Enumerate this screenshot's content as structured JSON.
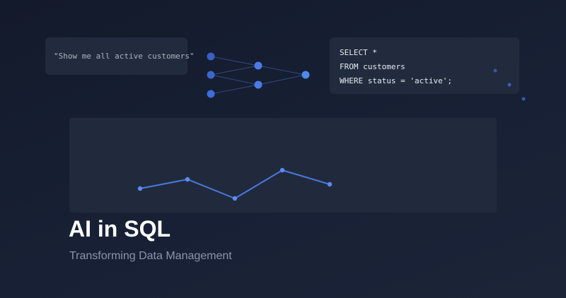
{
  "query_card": {
    "text": "\"Show me all active customers\""
  },
  "sql_card": {
    "lines": [
      "SELECT *",
      "FROM customers",
      "WHERE status = 'active';"
    ]
  },
  "hero": {
    "title": "AI in SQL",
    "subtitle": "Transforming Data Management"
  },
  "colors": {
    "accent": "#4d82f0",
    "node": "#3b6fd8",
    "card": "#222b3d",
    "panel": "#212a3c"
  },
  "icons": {
    "network": "neural-network-icon",
    "sparkline": "line-chart-icon"
  }
}
